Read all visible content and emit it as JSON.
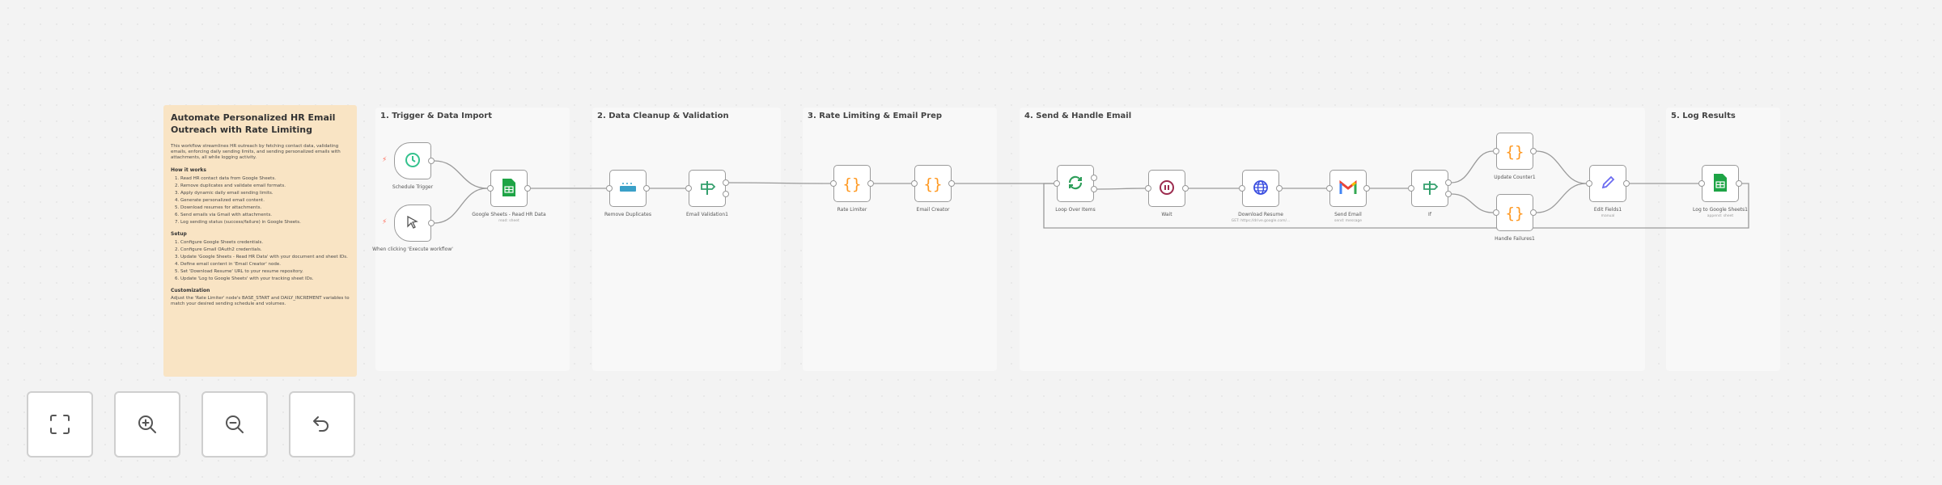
{
  "sticky": {
    "title": "Automate Personalized HR Email Outreach with Rate Limiting",
    "intro": "This workflow streamlines HR outreach by fetching contact data, validating emails, enforcing daily sending limits, and sending personalized emails with attachments, all while logging activity.",
    "how_title": "How it works",
    "how": [
      "Read HR contact data from Google Sheets.",
      "Remove duplicates and validate email formats.",
      "Apply dynamic daily email sending limits.",
      "Generate personalized email content.",
      "Download resumes for attachments.",
      "Send emails via Gmail with attachments.",
      "Log sending status (success/failure) in Google Sheets."
    ],
    "setup_title": "Setup",
    "setup": [
      "Configure Google Sheets credentials.",
      "Configure Gmail OAuth2 credentials.",
      "Update 'Google Sheets - Read HR Data' with your document and sheet IDs.",
      "Define email content in 'Email Creator' node.",
      "Set 'Download Resume' URL to your resume repository.",
      "Update 'Log to Google Sheets' with your tracking sheet IDs."
    ],
    "custom_title": "Customization",
    "custom": "Adjust the 'Rate Limiter' node's BASE_START and DAILY_INCREMENT variables to match your desired sending schedule and volumes."
  },
  "groups": [
    "1. Trigger & Data Import",
    "2. Data Cleanup & Validation",
    "3. Rate Limiting & Email Prep",
    "4. Send & Handle Email",
    "5. Log Results"
  ],
  "nodes": {
    "schedule": {
      "label": "Schedule Trigger",
      "icon": "clock-icon"
    },
    "manual": {
      "label": "When clicking 'Execute workflow'",
      "icon": "cursor-icon"
    },
    "gsheets": {
      "label": "Google Sheets - Read HR Data",
      "sub": "read: sheet",
      "icon": "google-sheets-icon"
    },
    "remdup": {
      "label": "Remove Duplicates",
      "icon": "remove-duplicates-icon"
    },
    "emailval": {
      "label": "Email Validation1",
      "icon": "signpost-icon",
      "out": "true"
    },
    "rate": {
      "label": "Rate Limiter",
      "icon": "code-icon"
    },
    "creator": {
      "label": "Email Creator",
      "icon": "code-icon"
    },
    "loop": {
      "label": "Loop Over Items",
      "icon": "loop-icon",
      "out": "loop"
    },
    "wait": {
      "label": "Wait",
      "icon": "pause-icon"
    },
    "download": {
      "label": "Download Resume",
      "sub": "GET: https://drive.google.com/...",
      "icon": "globe-icon"
    },
    "send": {
      "label": "Send Email",
      "sub": "send: message",
      "icon": "gmail-icon"
    },
    "if": {
      "label": "If",
      "icon": "signpost-icon",
      "out_true": "true",
      "out_false": "false"
    },
    "update": {
      "label": "Update Counter1",
      "icon": "code-icon"
    },
    "handle": {
      "label": "Handle Failures1",
      "icon": "code-icon"
    },
    "edit": {
      "label": "Edit Fields1",
      "sub": "manual",
      "icon": "pencil-icon"
    },
    "log": {
      "label": "Log to Google Sheets1",
      "sub": "append: sheet",
      "icon": "google-sheets-icon"
    }
  },
  "controls": [
    {
      "name": "fit-view",
      "icon": "fit-view-icon"
    },
    {
      "name": "zoom-in",
      "icon": "zoom-in-icon"
    },
    {
      "name": "zoom-out",
      "icon": "zoom-out-icon"
    },
    {
      "name": "reset",
      "icon": "undo-icon"
    }
  ],
  "colors": {
    "sticky": "#f9e4c4",
    "code": "#ff9922",
    "sheets": "#1ea446",
    "trigger": "#ff6d5a"
  }
}
